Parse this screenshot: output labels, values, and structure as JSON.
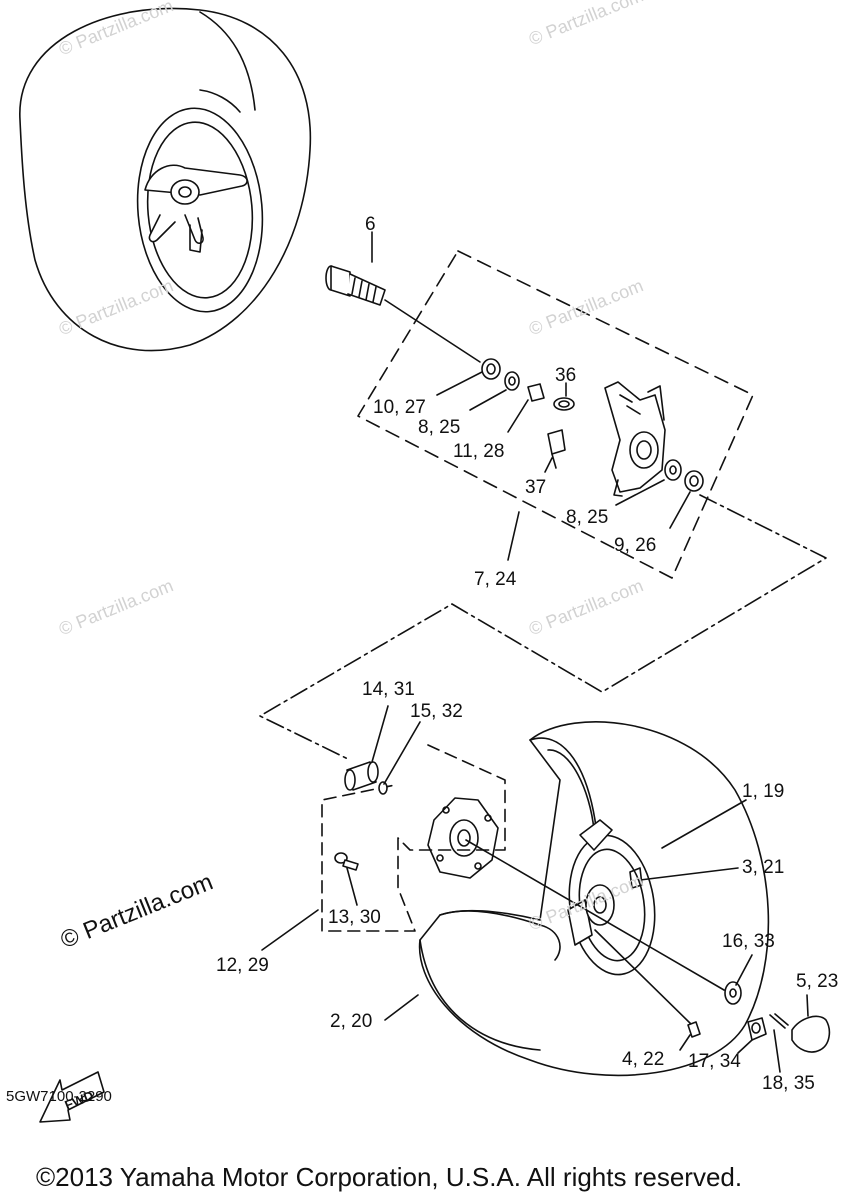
{
  "diagram": {
    "part_code": "5GW7100-2290",
    "copyright": "©2013 Yamaha Motor Corporation, U.S.A. All rights reserved.",
    "fwd_label": "FWD",
    "watermark_light": "© Partzilla.com",
    "watermark_strong": "© Partzilla.com",
    "callouts": {
      "c6": "6",
      "c10_27": "10, 27",
      "c8_25_a": "8, 25",
      "c11_28": "11, 28",
      "c36": "36",
      "c37": "37",
      "c8_25_b": "8, 25",
      "c9_26": "9, 26",
      "c7_24": "7, 24",
      "c14_31": "14, 31",
      "c15_32": "15, 32",
      "c1_19": "1, 19",
      "c3_21": "3, 21",
      "c13_30": "13, 30",
      "c12_29": "12, 29",
      "c16_33": "16, 33",
      "c5_23": "5, 23",
      "c2_20": "2, 20",
      "c4_22": "4, 22",
      "c17_34": "17, 34",
      "c18_35": "18, 35"
    }
  }
}
